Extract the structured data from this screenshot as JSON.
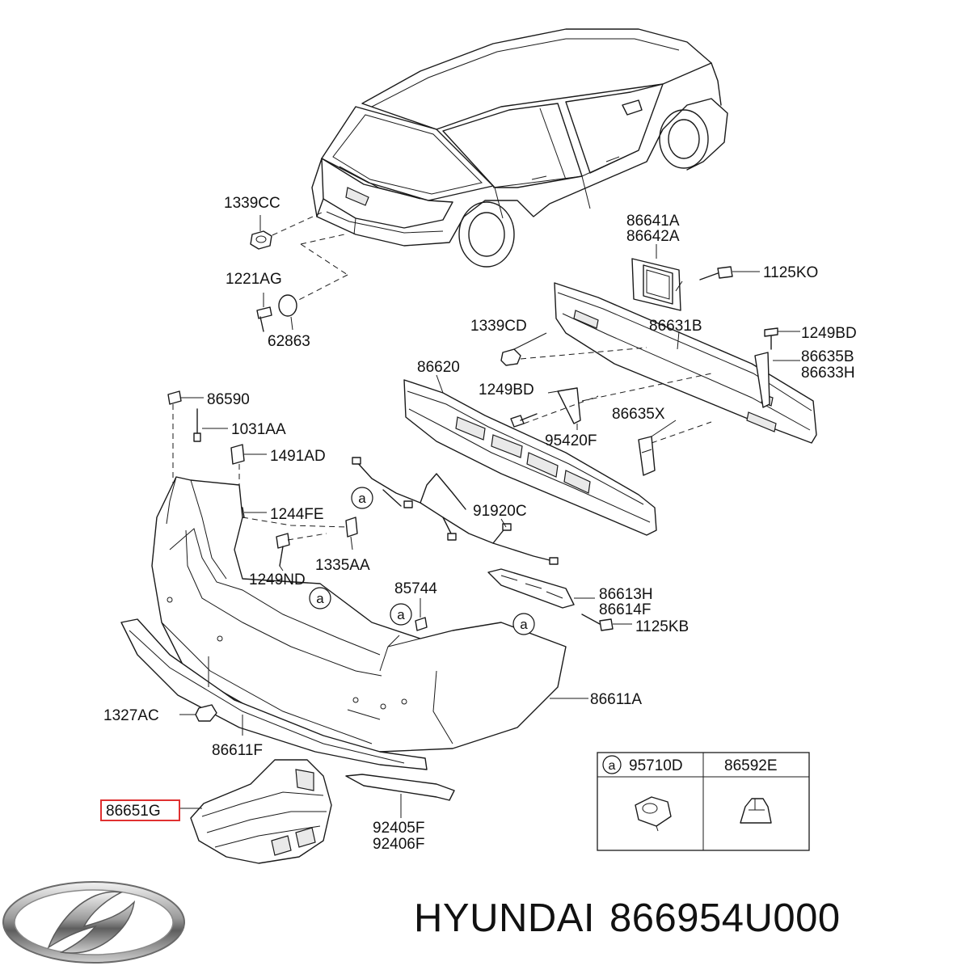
{
  "labels": {
    "l1339CC": "1339CC",
    "l1221AG": "1221AG",
    "l62863": "62863",
    "l86641A": "86641A",
    "l86642A": "86642A",
    "l1125KO": "1125KO",
    "l1339CD": "1339CD",
    "l86631B": "86631B",
    "l1249BD_r": "1249BD",
    "l86635B": "86635B",
    "l86633H": "86633H",
    "l86620": "86620",
    "l1249BD_m": "1249BD",
    "l86635X": "86635X",
    "l95420F": "95420F",
    "l86590": "86590",
    "l1031AA": "1031AA",
    "l1491AD": "1491AD",
    "l1244FE": "1244FE",
    "l91920C": "91920C",
    "l1335AA": "1335AA",
    "l1249ND": "1249ND",
    "l85744": "85744",
    "l86613H": "86613H",
    "l86614F": "86614F",
    "l1125KB": "1125KB",
    "l86611A": "86611A",
    "l1327AC": "1327AC",
    "l86611F": "86611F",
    "l86651G": "86651G",
    "l92405F": "92405F",
    "l92406F": "92406F"
  },
  "callout": "a",
  "legend_table": {
    "col1": "95710D",
    "col2": "86592E"
  },
  "brand": {
    "name": "HYUNDAI",
    "part_number": "866954U000"
  },
  "colors": {
    "highlight": "#e03030",
    "line": "#1a1a1a"
  }
}
